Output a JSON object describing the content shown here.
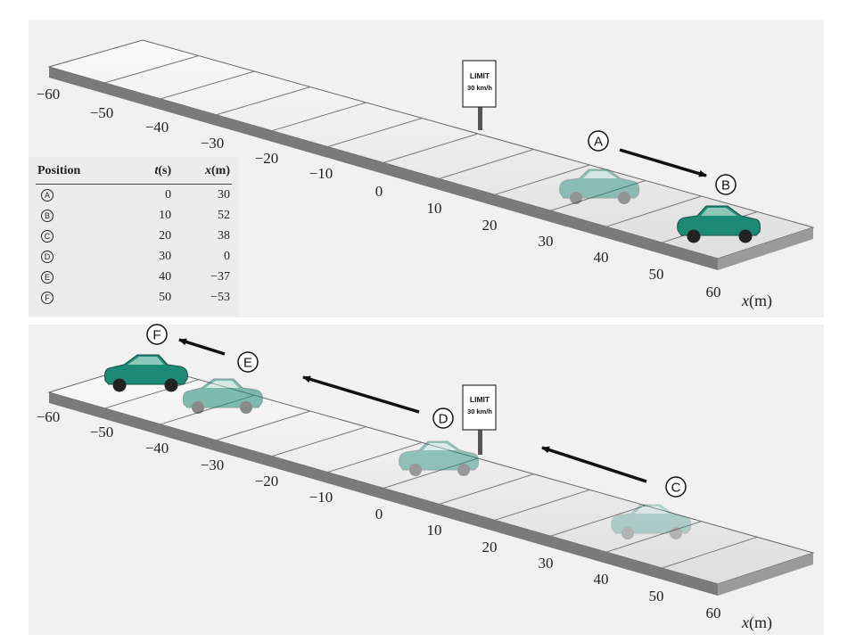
{
  "axis": {
    "ticks": [
      "−60",
      "−50",
      "−40",
      "−30",
      "−20",
      "−10",
      "0",
      "10",
      "20",
      "30",
      "40",
      "50",
      "60"
    ],
    "label_var": "x",
    "label_unit": "(m)"
  },
  "sign": {
    "line1": "LIMIT",
    "line2": "30 km/h"
  },
  "table": {
    "headers": {
      "position": "Position",
      "t_var": "t",
      "t_unit": "(s)",
      "x_var": "x",
      "x_unit": "(m)"
    },
    "rows": [
      {
        "pos": "A",
        "t": "0",
        "x": "30"
      },
      {
        "pos": "B",
        "t": "10",
        "x": "52"
      },
      {
        "pos": "C",
        "t": "20",
        "x": "38"
      },
      {
        "pos": "D",
        "t": "30",
        "x": "0"
      },
      {
        "pos": "E",
        "t": "40",
        "x": "−37"
      },
      {
        "pos": "F",
        "t": "50",
        "x": "−53"
      }
    ]
  },
  "markers": [
    "A",
    "B",
    "C",
    "D",
    "E",
    "F"
  ],
  "colors": {
    "car": "#1d8a78",
    "car_faded": "#8fc9bb",
    "road": "#ececec",
    "road_edge": "#555555",
    "panel": "#f1f1f1"
  },
  "chart_data": {
    "type": "table",
    "columns": [
      "Position",
      "t(s)",
      "x(m)"
    ],
    "points": [
      {
        "position": "A",
        "t": 0,
        "x": 30
      },
      {
        "position": "B",
        "t": 10,
        "x": 52
      },
      {
        "position": "C",
        "t": 20,
        "x": 38
      },
      {
        "position": "D",
        "t": 30,
        "x": 0
      },
      {
        "position": "E",
        "t": 40,
        "x": -37
      },
      {
        "position": "F",
        "t": 50,
        "x": -53
      }
    ],
    "xlabel": "x(m)",
    "x_range": [
      -60,
      60
    ]
  }
}
